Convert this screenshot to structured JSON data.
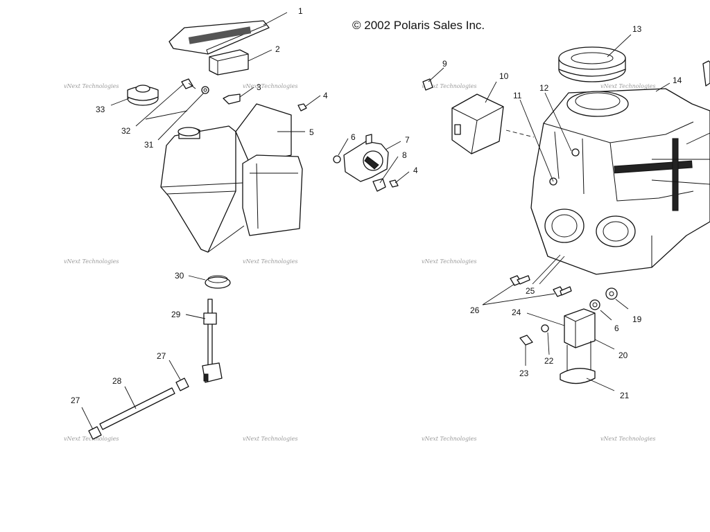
{
  "copyright": "© 2002 Polaris Sales Inc.",
  "watermark": "vNext Technologies",
  "callouts": [
    "1",
    "2",
    "3",
    "4",
    "5",
    "6",
    "7",
    "8",
    "4",
    "9",
    "10",
    "11",
    "12",
    "13",
    "14",
    "33",
    "32",
    "31",
    "30",
    "29",
    "27",
    "28",
    "27",
    "25",
    "26",
    "24",
    "6",
    "19",
    "20",
    "22",
    "23",
    "21"
  ]
}
